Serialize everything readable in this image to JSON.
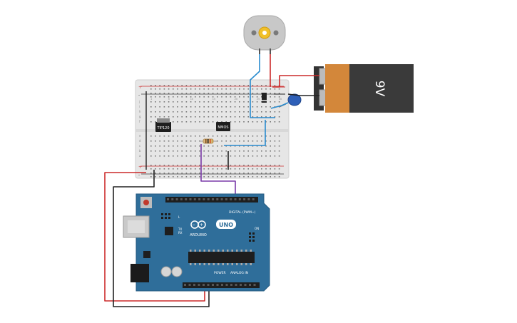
{
  "battery": {
    "label": "9V",
    "color_body": "#d3873a",
    "color_cap": "#3a3a3a"
  },
  "breadboard": {
    "row_numbers_left": [
      "1",
      "5",
      "10",
      "15",
      "20",
      "25",
      "30"
    ],
    "column_letters_left": [
      "j",
      "i",
      "h",
      "g",
      "f",
      "e",
      "d",
      "c",
      "b",
      "a"
    ],
    "rail_marks": [
      "+",
      "-",
      "+",
      "-"
    ]
  },
  "components": {
    "transistor_1": "TIP120",
    "transistor_2": "NMOS"
  },
  "arduino": {
    "logo_text": "ARDUINO",
    "model_badge": "UNO",
    "digital_label": "DIGITAL (PWM~)",
    "power_label": "POWER",
    "analog_label": "ANALOG IN",
    "tx_label": "TX",
    "rx_label": "RX",
    "l_label": "L",
    "on_label": "ON",
    "board_color": "#2f6e9a"
  },
  "wires": {
    "red": "#cc2a2a",
    "black": "#222222",
    "blue": "#2a8ccf",
    "purple": "#7a3aa8"
  }
}
